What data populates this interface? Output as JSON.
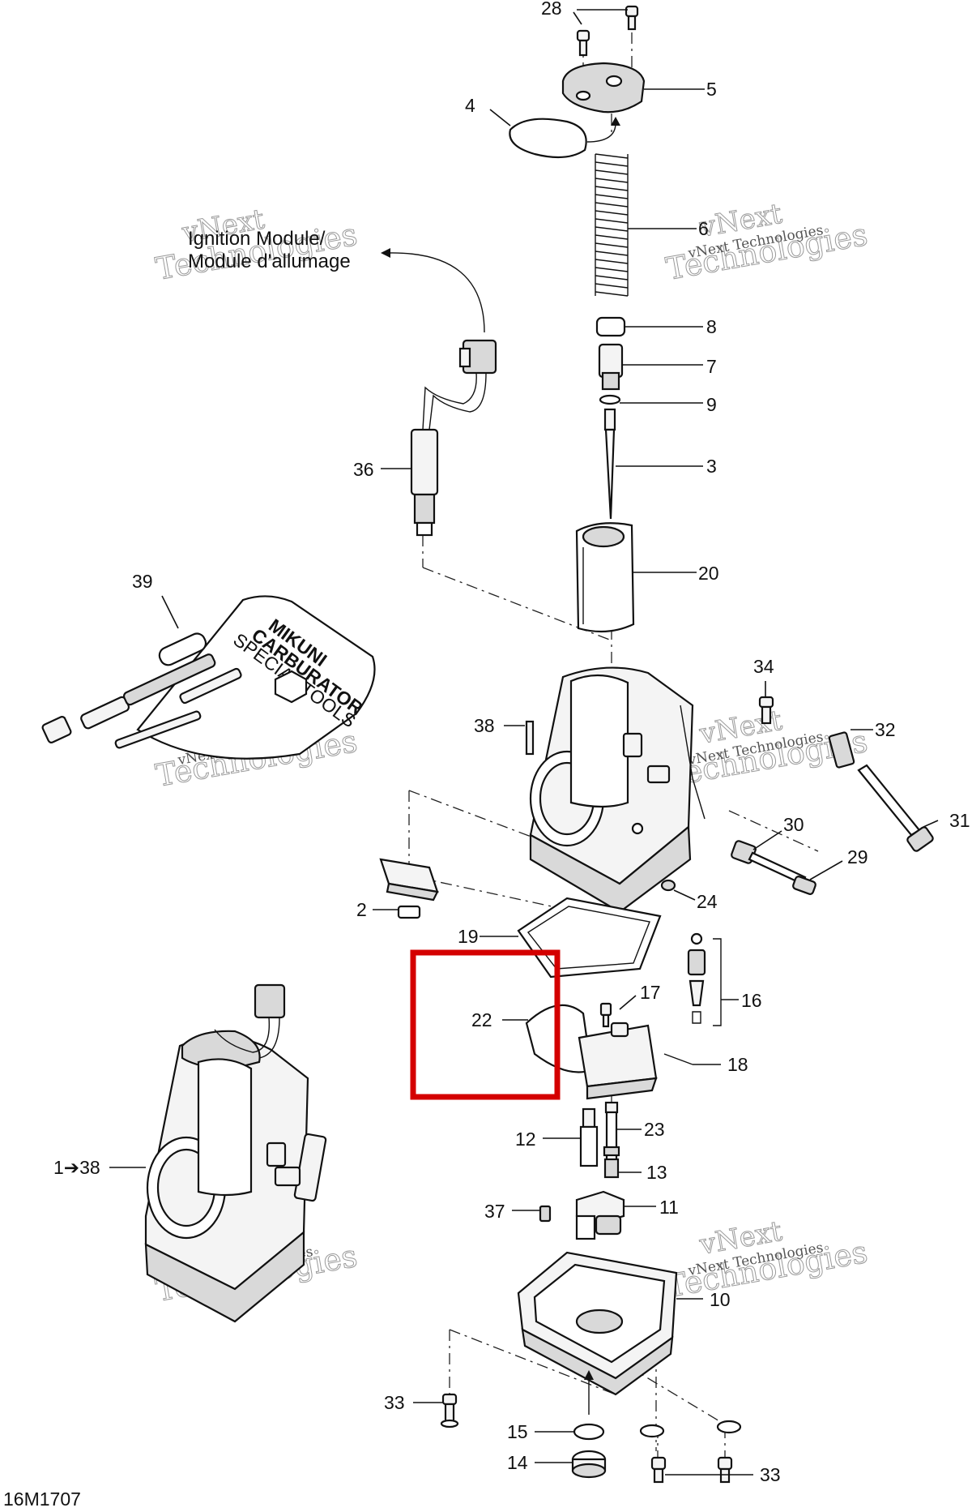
{
  "ignition_text": {
    "line1": "Ignition Module/",
    "line2": "Module d'allumage"
  },
  "figure_code": "16M1707",
  "watermark": {
    "brand": "vNext",
    "word": "Technologies",
    "full": "vNext Technologies"
  },
  "tool_text": {
    "line1": "MIKUNI",
    "line2": "CARBURATOR",
    "line3": "SPECIAL TOOLS"
  },
  "highlight_color": "#d40000",
  "callouts": {
    "c28": "28",
    "c5": "5",
    "c4": "4",
    "c6": "6",
    "c8": "8",
    "c7": "7",
    "c9": "9",
    "c3": "3",
    "c36": "36",
    "c20": "20",
    "c39": "39",
    "c34": "34",
    "c38": "38",
    "c32": "32",
    "c31": "31",
    "c30": "30",
    "c29": "29",
    "c24": "24",
    "c2": "2",
    "c19": "19",
    "c17": "17",
    "c16": "16",
    "c22": "22",
    "c18": "18",
    "c12": "12",
    "c23": "23",
    "c13": "13",
    "c1to38": "1➔38",
    "c11": "11",
    "c37": "37",
    "c10": "10",
    "c33a": "33",
    "c15": "15",
    "c14": "14",
    "c33b": "33"
  }
}
